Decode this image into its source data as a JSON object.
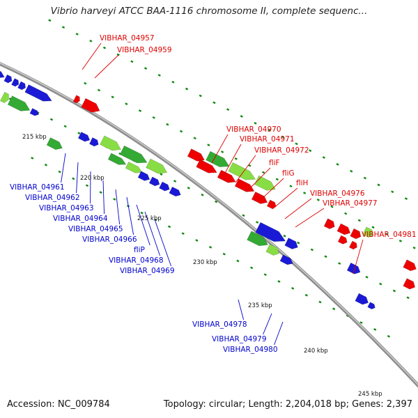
{
  "title": "Vibrio harveyi ATCC BAA-1116 chromosome II, complete sequenc...",
  "footer": {
    "accession": "Accession: NC_009784",
    "summary": "Topology: circular; Length: 2,204,018 bp; Genes: 2,397"
  },
  "colors": {
    "backbone": "#9a9a9a",
    "forward_label": "#dd0000",
    "reverse_label": "#0000cc",
    "forward_gene": "#ee0000",
    "reverse_gene": "#1a1ad6",
    "rna_gene": "#33aa33",
    "light_green_gene": "#88dd44",
    "tick": "#118811"
  },
  "scale_labels": [
    "215 kbp",
    "220 kbp",
    "225 kbp",
    "230 kbp",
    "235 kbp",
    "240 kbp",
    "245 kbp"
  ],
  "forward_gene_labels": [
    "VIBHAR_04957",
    "VIBHAR_04959",
    "VIBHAR_04970",
    "VIBHAR_04971",
    "VIBHAR_04972",
    "fliF",
    "fliG",
    "fliH",
    "VIBHAR_04976",
    "VIBHAR_04977",
    "VIBHAR_04981"
  ],
  "reverse_gene_labels": [
    "VIBHAR_04961",
    "VIBHAR_04962",
    "VIBHAR_04963",
    "VIBHAR_04964",
    "VIBHAR_04965",
    "VIBHAR_04966",
    "fliP",
    "VIBHAR_04968",
    "VIBHAR_04969",
    "VIBHAR_04978",
    "VIBHAR_04979",
    "VIBHAR_04980"
  ]
}
